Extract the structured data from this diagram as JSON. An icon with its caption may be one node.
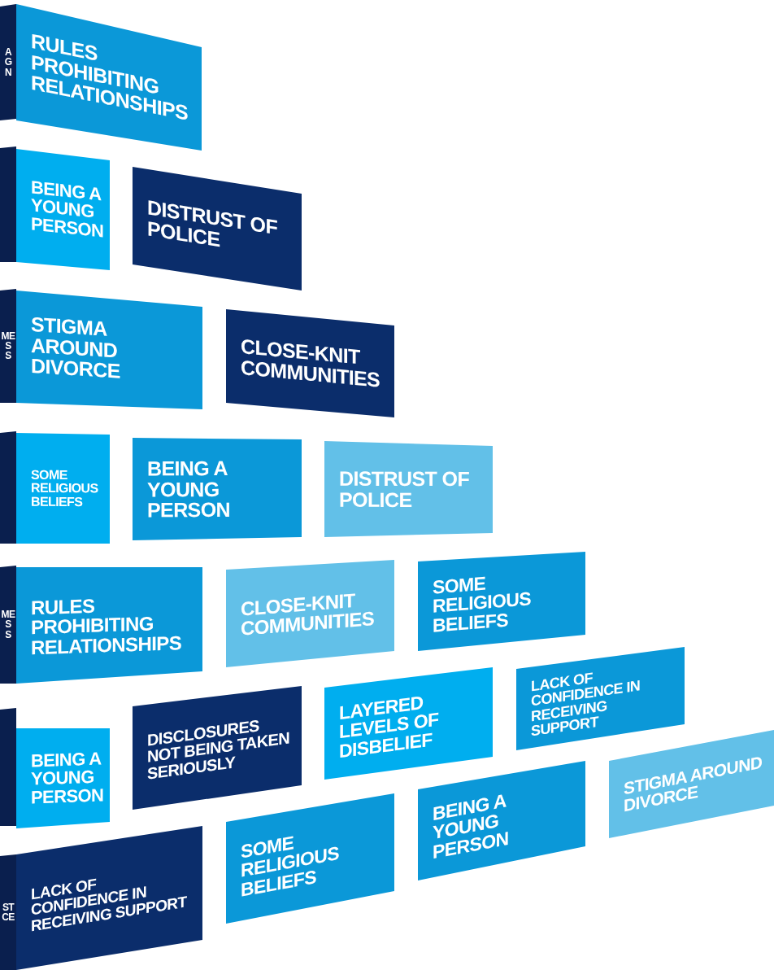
{
  "diagram": {
    "nodes": [
      {
        "text": [
          "A G N"
        ]
      },
      {
        "text": [
          "RULES PROHIBITING RELATIONSHIPS"
        ]
      },
      {
        "text": [],
        "shape": "box"
      },
      {
        "text": [
          "BEING A YOUNG PERSON"
        ]
      },
      {
        "text": [
          "DISTRUST OF POLICE"
        ]
      },
      {
        "text": [
          "ME S S"
        ]
      },
      {
        "text": [
          "STIGMA AROUND DIVORCE"
        ]
      },
      {
        "text": [
          "CLOSE-KNIT COMMUNITIES"
        ]
      },
      {
        "text": [],
        "shape": "box"
      },
      {
        "text": [
          "SOME RELIGIOUS BELIEFS"
        ]
      },
      {
        "text": [
          "BEING A YOUNG PERSON"
        ]
      },
      {
        "text": [
          "DISTRUST OF POLICE"
        ]
      },
      {
        "text": [
          "ME S S"
        ]
      },
      {
        "text": [
          "RULES PROHIBITING RELATIONSHIPS"
        ]
      },
      {
        "text": [
          "CLOSE-KNIT COMMUNITIES"
        ]
      },
      {
        "text": [
          "SOME RELIGIOUS BELIEFS"
        ]
      },
      {
        "text": [],
        "shape": "box"
      },
      {
        "text": [
          "BEING A YOUNG PERSON"
        ]
      },
      {
        "text": [
          "DISCLOSURES NOT BEING TAKEN SERIOUSLY"
        ]
      },
      {
        "text": [
          "LAYERED LEVELS OF DISBELIEF"
        ]
      },
      {
        "text": [
          "LACK OF CONFIDENCE IN RECEIVING SUPPORT"
        ]
      },
      {
        "text": [
          "ST CE"
        ]
      },
      {
        "text": [
          "LACK OF CONFIDENCE IN RECEIVING SUPPORT"
        ]
      },
      {
        "text": [
          "SOME RELIGIOUS BELIEFS"
        ]
      },
      {
        "text": [
          "BEING A YOUNG PERSON"
        ]
      },
      {
        "text": [
          "STIGMA AROUND DIVORCE"
        ]
      }
    ]
  }
}
